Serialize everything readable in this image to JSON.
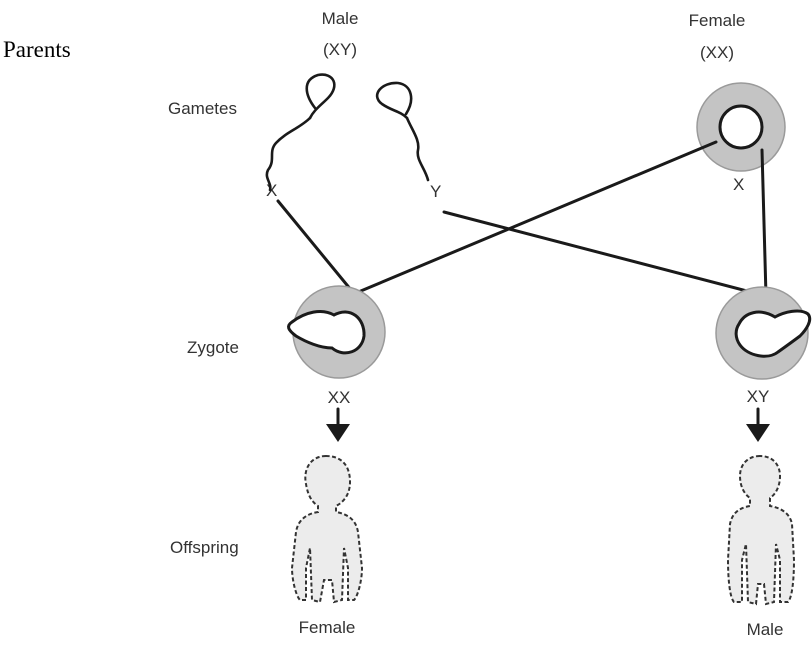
{
  "labels": {
    "parents": "Parents",
    "male_parent": "Male",
    "male_karyotype": "(XY)",
    "female_parent": "Female",
    "female_karyotype": "(XX)",
    "gametes": "Gametes",
    "sperm_x": "X",
    "sperm_y": "Y",
    "egg_x": "X",
    "zygote": "Zygote",
    "zygote_left": "XX",
    "zygote_right": "XY",
    "offspring": "Offspring",
    "offspring_female": "Female",
    "offspring_male": "Male"
  }
}
